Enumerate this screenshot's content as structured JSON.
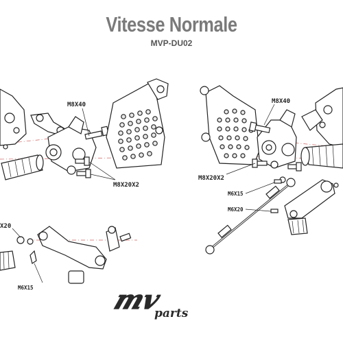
{
  "header": {
    "title": "Vitesse Normale",
    "reference": "MVP-DU02"
  },
  "labels": {
    "m8x40_left": "M8X40",
    "m8x20x2_left": "M8X20X2",
    "m8x20_left": "X20",
    "m6x15_left": "M6X15",
    "m8x40_right": "M8X40",
    "m8x20x2_right": "M8X20X2",
    "m6x15_right": "M6X15",
    "m6x20_right": "M6X20"
  },
  "logo": {
    "mark": "mv",
    "word": "parts"
  },
  "colors": {
    "title": "#7a7a7a",
    "line": "#222222",
    "axis_dash": "#d06060"
  }
}
